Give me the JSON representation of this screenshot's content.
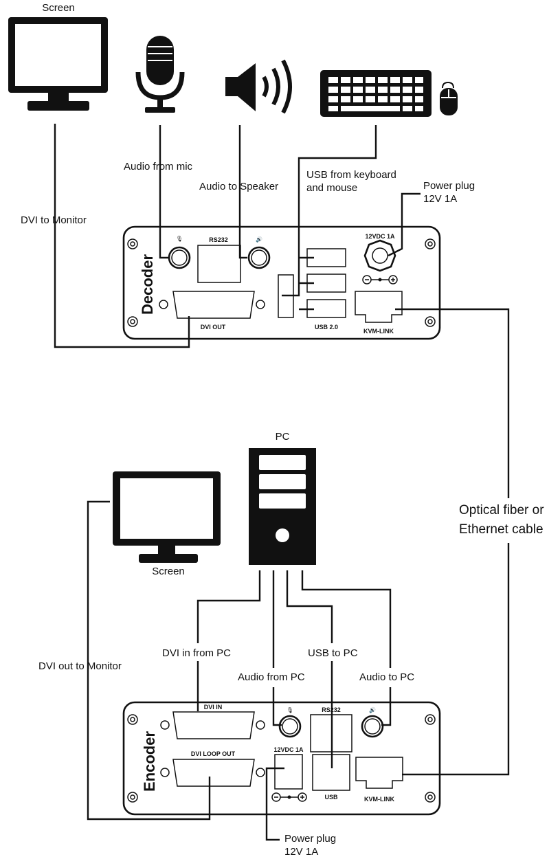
{
  "decoder_side": {
    "screen_label": "Screen",
    "device_name": "Decoder",
    "labels": {
      "dvi_to_monitor": "DVI  to Monitor",
      "audio_from_mic": "Audio from mic",
      "audio_to_speaker": "Audio to Speaker",
      "usb_keyboard_line1": "USB from keyboard",
      "usb_keyboard_line2": "and mouse",
      "power_line1": "Power plug",
      "power_line2": "12V 1A"
    },
    "panel": {
      "rs232": "RS232",
      "dvi_out": "DVI OUT",
      "usb": "USB 2.0",
      "power": "12VDC 1A",
      "kvm_link": "KVM-LINK"
    }
  },
  "link": {
    "line1": "Optical fiber or",
    "line2": "Ethernet cable"
  },
  "encoder_side": {
    "pc_label": "PC",
    "screen_label": "Screen",
    "device_name": "Encoder",
    "labels": {
      "dvi_out_to_monitor": "DVI out to Monitor",
      "dvi_in_from_pc": "DVI in from PC",
      "audio_from_pc": "Audio from PC",
      "usb_to_pc": "USB to PC",
      "audio_to_pc": "Audio to PC",
      "power_line1": "Power plug",
      "power_line2": "12V 1A"
    },
    "panel": {
      "dvi_in": "DVI IN",
      "dvi_loop_out": "DVI LOOP OUT",
      "rs232": "RS232",
      "power": "12VDC 1A",
      "usb": "USB",
      "kvm_link": "KVM-LINK"
    }
  }
}
